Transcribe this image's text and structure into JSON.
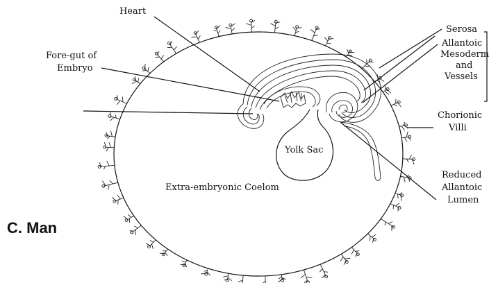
{
  "diagram": {
    "title": "C. Man",
    "labels": {
      "heart": "Heart",
      "foregut_line1": "Fore-gut of",
      "foregut_line2": "Embryo",
      "serosa": "Serosa",
      "allantoic1": "Allantoic",
      "allantoic2": "Mesoderm",
      "allantoic3": "and",
      "allantoic4": "Vessels",
      "chorionic1": "Chorionic",
      "chorionic2": "Villi",
      "yolk_sac": "Yolk Sac",
      "coelom": "Extra-embryonic Coelom",
      "reduced1": "Reduced",
      "reduced2": "Allantoic",
      "reduced3": "Lumen"
    },
    "colors": {
      "ink": "#111111",
      "background": "#ffffff"
    }
  }
}
